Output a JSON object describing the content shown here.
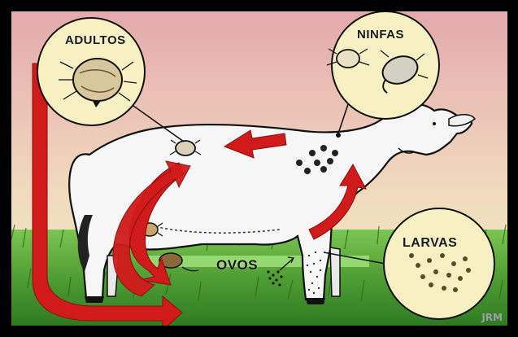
{
  "labels": {
    "adultos": "ADULTOS",
    "ninfas": "NINFAS",
    "larvas": "LARVAS",
    "ovos": "OVOS"
  },
  "watermark": "JRM",
  "colors": {
    "sky_top": "#e9b7b7",
    "sky_bottom": "#f3f0c4",
    "grass": "#4f9e33",
    "arrow": "#d11a1a",
    "circle_fill": "#f6f0c2",
    "cow": "#f5f5f5",
    "outline": "#111111",
    "frame": "#000000"
  },
  "icons": [
    "adult-tick-icon",
    "nymph-icon",
    "larva-icon",
    "egg-icon",
    "cycle-arrow-icon"
  ]
}
